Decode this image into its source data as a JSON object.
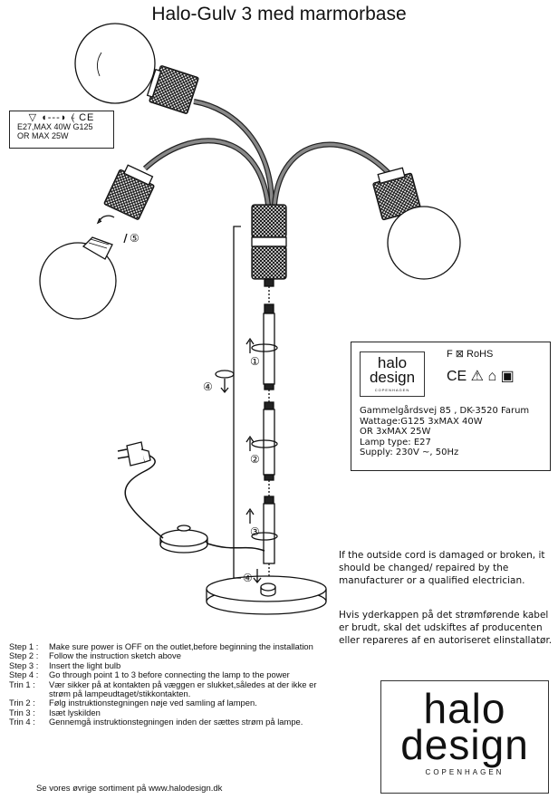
{
  "title": "Halo-Gulv 3 med marmorbase",
  "cert_box_small": {
    "icons": "▽ ◖---◗ ⦑ CE",
    "line1": "E27,MAX 40W G125",
    "line2": "OR MAX 25W"
  },
  "diagram": {
    "step_numbers": [
      "①",
      "②",
      "③",
      "④",
      "⑤"
    ],
    "rotate_step": "④"
  },
  "label_box": {
    "logo_line1": "halo",
    "logo_line2": "design",
    "logo_line3": "COPENHAGEN",
    "cert_line1": "F ⊠ RoHS",
    "cert_line2": "CE ⚠ ⌂ ▣",
    "address": "Gammelgårdsvej 85 ,  DK-3520 Farum",
    "wattage": "Wattage:G125 3xMAX 40W",
    "wattage2": "OR 3xMAX 25W",
    "lamp_type": "Lamp type: E27",
    "supply": "Supply: 230V ~,  50Hz"
  },
  "warning_en": "If the outside cord is damaged or broken, it should be changed/ repaired by the manufacturer or a qualified electrician.",
  "warning_da": "Hvis yderkappen på det strømførende kabel er brudt, skal det udskiftes af producenten eller repareres af en autoriseret elinstallatør.",
  "steps": [
    {
      "key": "Step 1 :",
      "text": "Make sure power is OFF on the outlet,before beginning the installation"
    },
    {
      "key": "Step 2 :",
      "text": "Follow the instruction sketch above"
    },
    {
      "key": "Step 3 :",
      "text": "Insert the light bulb"
    },
    {
      "key": "Step 4 :",
      "text": "Go through point 1 to 3 before connecting the lamp to the power"
    },
    {
      "key": "Trin 1 :",
      "text": "Vær sikker på at kontakten på væggen er slukket,således at der ikke er strøm på lampeudtaget/stikkontakten."
    },
    {
      "key": "Trin 2 :",
      "text": "Følg instruktionstegningen nøje ved samling af lampen."
    },
    {
      "key": "Trin 3 :",
      "text": "Isæt lyskilden"
    },
    {
      "key": "Trin 4 :",
      "text": "Gennemgå instruktionstegningen inden der sættes strøm på lampe."
    }
  ],
  "footer": "Se vores øvrige sortiment på www.halodesign.dk",
  "big_logo": {
    "line1": "halo",
    "line2": "design",
    "line3": "COPENHAGEN"
  }
}
